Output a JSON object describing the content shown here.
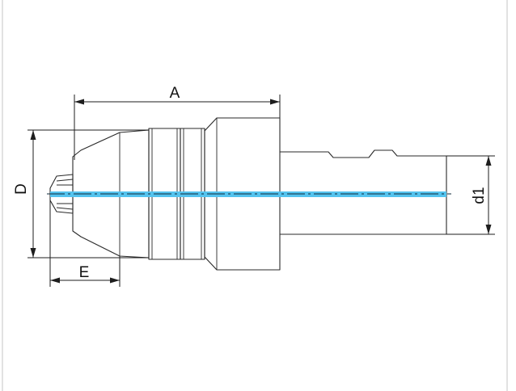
{
  "drawing": {
    "dimensions": {
      "A": "A",
      "D": "D",
      "E": "E",
      "d1": "d1"
    },
    "colors": {
      "axis_highlight": "#54c3ee",
      "outline": "#2a2a2a",
      "frame": "#c4c4c4"
    }
  }
}
